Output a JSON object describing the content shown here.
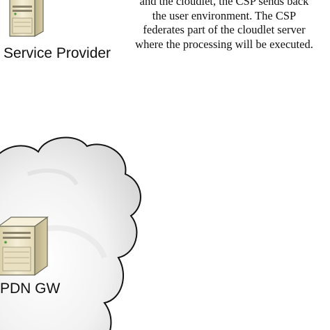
{
  "service_provider": {
    "label": "Service Provider"
  },
  "pdn_gateway": {
    "label": "PDN GW"
  },
  "annotation": {
    "lines": [
      "and the cloudlet, the CSP sends back",
      "the user environment. The CSP",
      "federates part of the cloudlet server",
      "where the processing will be executed."
    ]
  },
  "colors": {
    "server_body": "#efe6c8",
    "server_outline": "#6b6b5a",
    "cloud_fill": "#ececec",
    "cloud_outline": "#111111"
  }
}
